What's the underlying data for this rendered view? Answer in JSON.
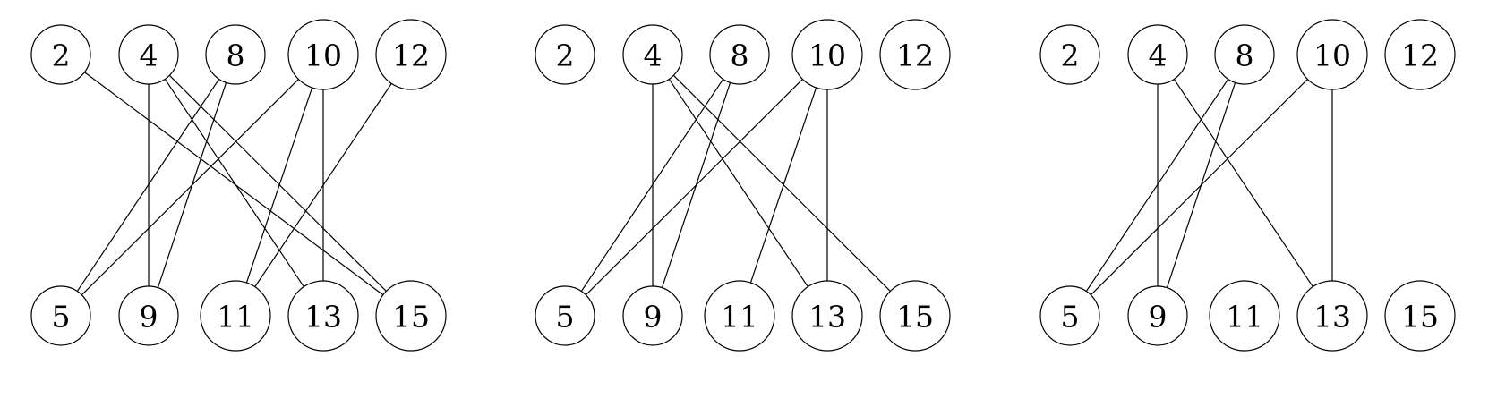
{
  "diagram": {
    "graphs": [
      {
        "top_nodes": [
          "2",
          "4",
          "8",
          "10",
          "12"
        ],
        "bottom_nodes": [
          "5",
          "9",
          "11",
          "13",
          "15"
        ],
        "edges": [
          [
            "2",
            "15"
          ],
          [
            "4",
            "9"
          ],
          [
            "4",
            "13"
          ],
          [
            "4",
            "15"
          ],
          [
            "8",
            "5"
          ],
          [
            "8",
            "9"
          ],
          [
            "10",
            "5"
          ],
          [
            "10",
            "11"
          ],
          [
            "10",
            "13"
          ],
          [
            "12",
            "11"
          ]
        ]
      },
      {
        "top_nodes": [
          "2",
          "4",
          "8",
          "10",
          "12"
        ],
        "bottom_nodes": [
          "5",
          "9",
          "11",
          "13",
          "15"
        ],
        "edges": [
          [
            "4",
            "9"
          ],
          [
            "4",
            "13"
          ],
          [
            "4",
            "15"
          ],
          [
            "8",
            "5"
          ],
          [
            "8",
            "9"
          ],
          [
            "10",
            "5"
          ],
          [
            "10",
            "11"
          ],
          [
            "10",
            "13"
          ]
        ]
      },
      {
        "top_nodes": [
          "2",
          "4",
          "8",
          "10",
          "12"
        ],
        "bottom_nodes": [
          "5",
          "9",
          "11",
          "13",
          "15"
        ],
        "edges": [
          [
            "4",
            "9"
          ],
          [
            "4",
            "13"
          ],
          [
            "8",
            "5"
          ],
          [
            "8",
            "9"
          ],
          [
            "10",
            "5"
          ],
          [
            "10",
            "13"
          ]
        ]
      }
    ]
  }
}
